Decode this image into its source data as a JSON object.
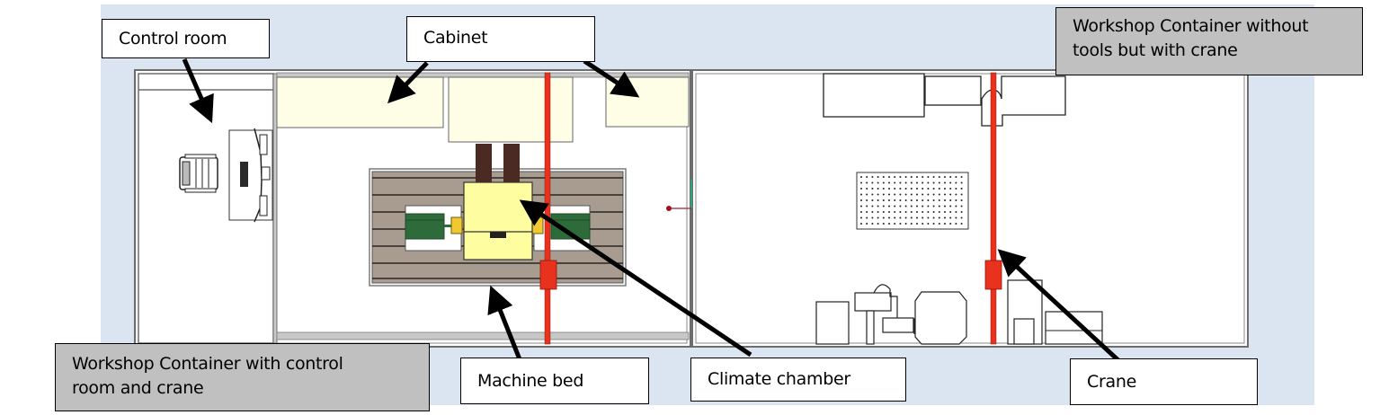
{
  "diagram": {
    "type": "floor-plan",
    "background_color": "#dbe5f1",
    "labels": {
      "control_room": "Control room",
      "cabinet": "Cabinet",
      "workshop_without_tools": "Workshop Container without tools but with crane",
      "workshop_with_control": "Workshop Container with control room and crane",
      "machine_bed": "Machine bed",
      "climate_chamber": "Climate chamber",
      "crane": "Crane"
    },
    "colors": {
      "crane": "#e8321e",
      "cabinet_fill": "#fefde6",
      "climate_chamber_fill": "#fefea0",
      "machine_bed_fill": "#a89c90",
      "column_fill": "#4a2a22",
      "drive_green": "#2e6b3a",
      "callout_gray": "#c0c0c0"
    }
  }
}
